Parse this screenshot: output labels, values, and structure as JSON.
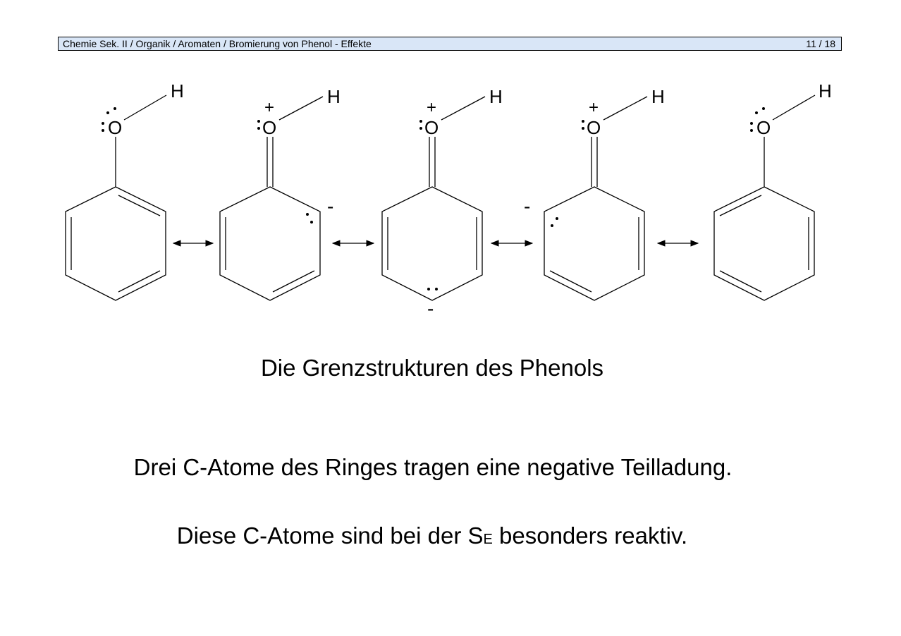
{
  "header": {
    "breadcrumb": "Chemie Sek. II / Organik / Aromaten / Bromierung von Phenol - Effekte",
    "page_indicator": "11 / 18"
  },
  "diagram": {
    "atoms": {
      "oxygen": "O",
      "hydrogen": "H"
    },
    "charges": {
      "positive": "+",
      "negative": "-"
    },
    "structures": [
      {
        "name": "phenol-neutral",
        "o_charge": ""
      },
      {
        "name": "ortho-carbanion",
        "o_charge": "+",
        "ring_charge": "-"
      },
      {
        "name": "para-carbanion",
        "o_charge": "+",
        "ring_charge": "-"
      },
      {
        "name": "ortho-carbanion-2",
        "o_charge": "+",
        "ring_charge": "-"
      },
      {
        "name": "phenol-neutral-2",
        "o_charge": ""
      }
    ]
  },
  "caption": "Die Grenzstrukturen des Phenols",
  "statement1": "Drei C-Atome des Ringes tragen eine negative Teilladung.",
  "statement2": {
    "prefix": "Diese C-Atome sind bei der S",
    "subscript": "E",
    "suffix": " besonders reaktiv."
  },
  "colors": {
    "header_background": "#d9e6f7",
    "text": "#000000"
  }
}
